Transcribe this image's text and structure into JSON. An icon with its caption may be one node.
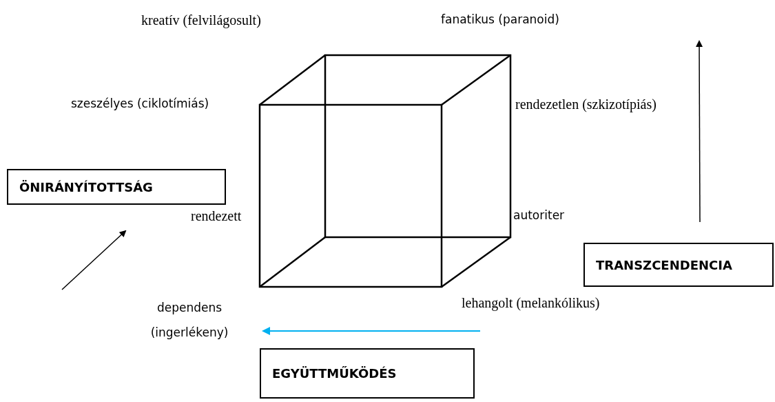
{
  "diagram": {
    "nodes": [
      {
        "text": [
          "ÖNIRÁNYÍTOTTSÁG"
        ]
      },
      {
        "text": [
          "TRANSZCENDENCIA"
        ]
      },
      {
        "text": [
          "EGYÜTTMŰKÖDÉS"
        ]
      }
    ],
    "labels": [
      "kreatív (felvilágosult)",
      "fanatikus (paranoid)",
      "szeszélyes (ciklotímiás)",
      "rendezetlen (szkizotípiás)",
      "rendezett",
      "autoriter",
      "dependens (ingerlékeny)",
      "lehangolt (melankólikus)"
    ]
  }
}
